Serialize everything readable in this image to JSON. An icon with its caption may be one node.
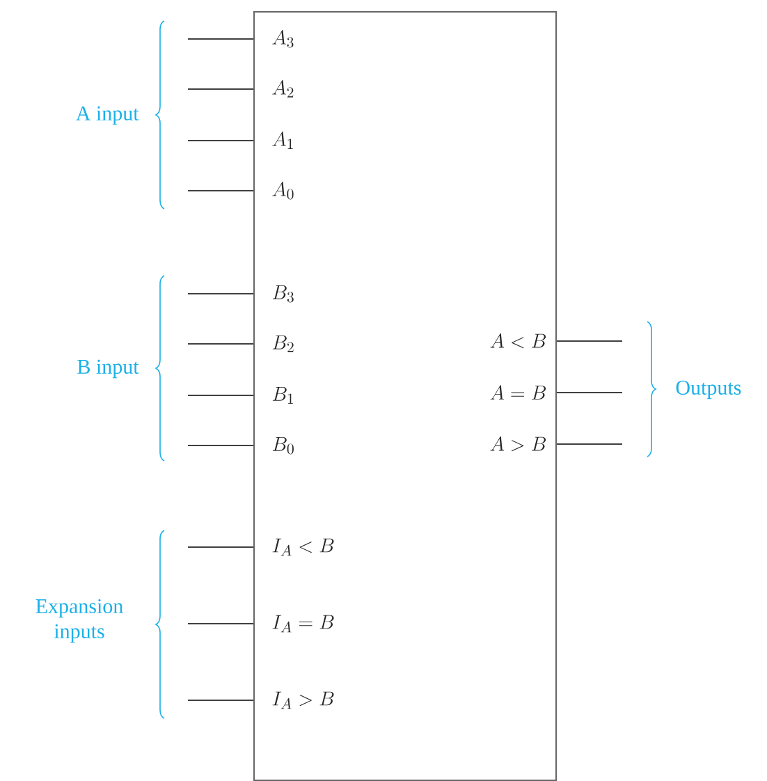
{
  "diagram": {
    "nodes": [
      {
        "text": [],
        "shape": "box"
      },
      {
        "text": [
          "A_{3}"
        ],
        "in": 0
      },
      {
        "text": [
          "A_{2}"
        ],
        "in": 0
      },
      {
        "text": [
          "A_{1}"
        ],
        "in": 0
      },
      {
        "text": [
          "A_{0}"
        ],
        "in": 0
      },
      {
        "text": [
          "B_{3}"
        ],
        "in": 0
      },
      {
        "text": [
          "B_{2}"
        ],
        "in": 0
      },
      {
        "text": [
          "A < B"
        ],
        "in": 0
      },
      {
        "text": [
          "B_{1}"
        ],
        "in": 0
      },
      {
        "text": [
          "A = B"
        ],
        "in": 0
      },
      {
        "text": [
          "B_{0}"
        ],
        "in": 0
      },
      {
        "text": [
          "A > B"
        ],
        "in": 0
      },
      {
        "text": [
          "I_{A} < B"
        ],
        "in": 0
      },
      {
        "text": [
          "I_{A} = B"
        ],
        "in": 0
      },
      {
        "text": [
          "I_{A} > B"
        ],
        "in": 0
      }
    ],
    "edges": [
      {
        "from": null,
        "to": 1,
        "arrow": "none"
      },
      {
        "from": null,
        "to": 2,
        "arrow": "none"
      },
      {
        "from": null,
        "to": 3,
        "arrow": "none"
      },
      {
        "from": null,
        "to": 4,
        "arrow": "none"
      },
      {
        "from": null,
        "to": 5,
        "arrow": "none"
      },
      {
        "from": null,
        "to": 6,
        "arrow": "none"
      },
      {
        "from": null,
        "to": 8,
        "arrow": "none"
      },
      {
        "from": null,
        "to": 10,
        "arrow": "none"
      },
      {
        "from": null,
        "to": 12,
        "arrow": "none"
      },
      {
        "from": null,
        "to": 13,
        "arrow": "none"
      },
      {
        "from": null,
        "to": 14,
        "arrow": "none"
      },
      {
        "from": 7,
        "to": null,
        "arrow": "none"
      },
      {
        "from": 9,
        "to": null,
        "arrow": "none"
      },
      {
        "from": 11,
        "to": null,
        "arrow": "none"
      }
    ],
    "labels": [
      "A input",
      "B input",
      "Outputs",
      "Expansion inputs"
    ]
  }
}
